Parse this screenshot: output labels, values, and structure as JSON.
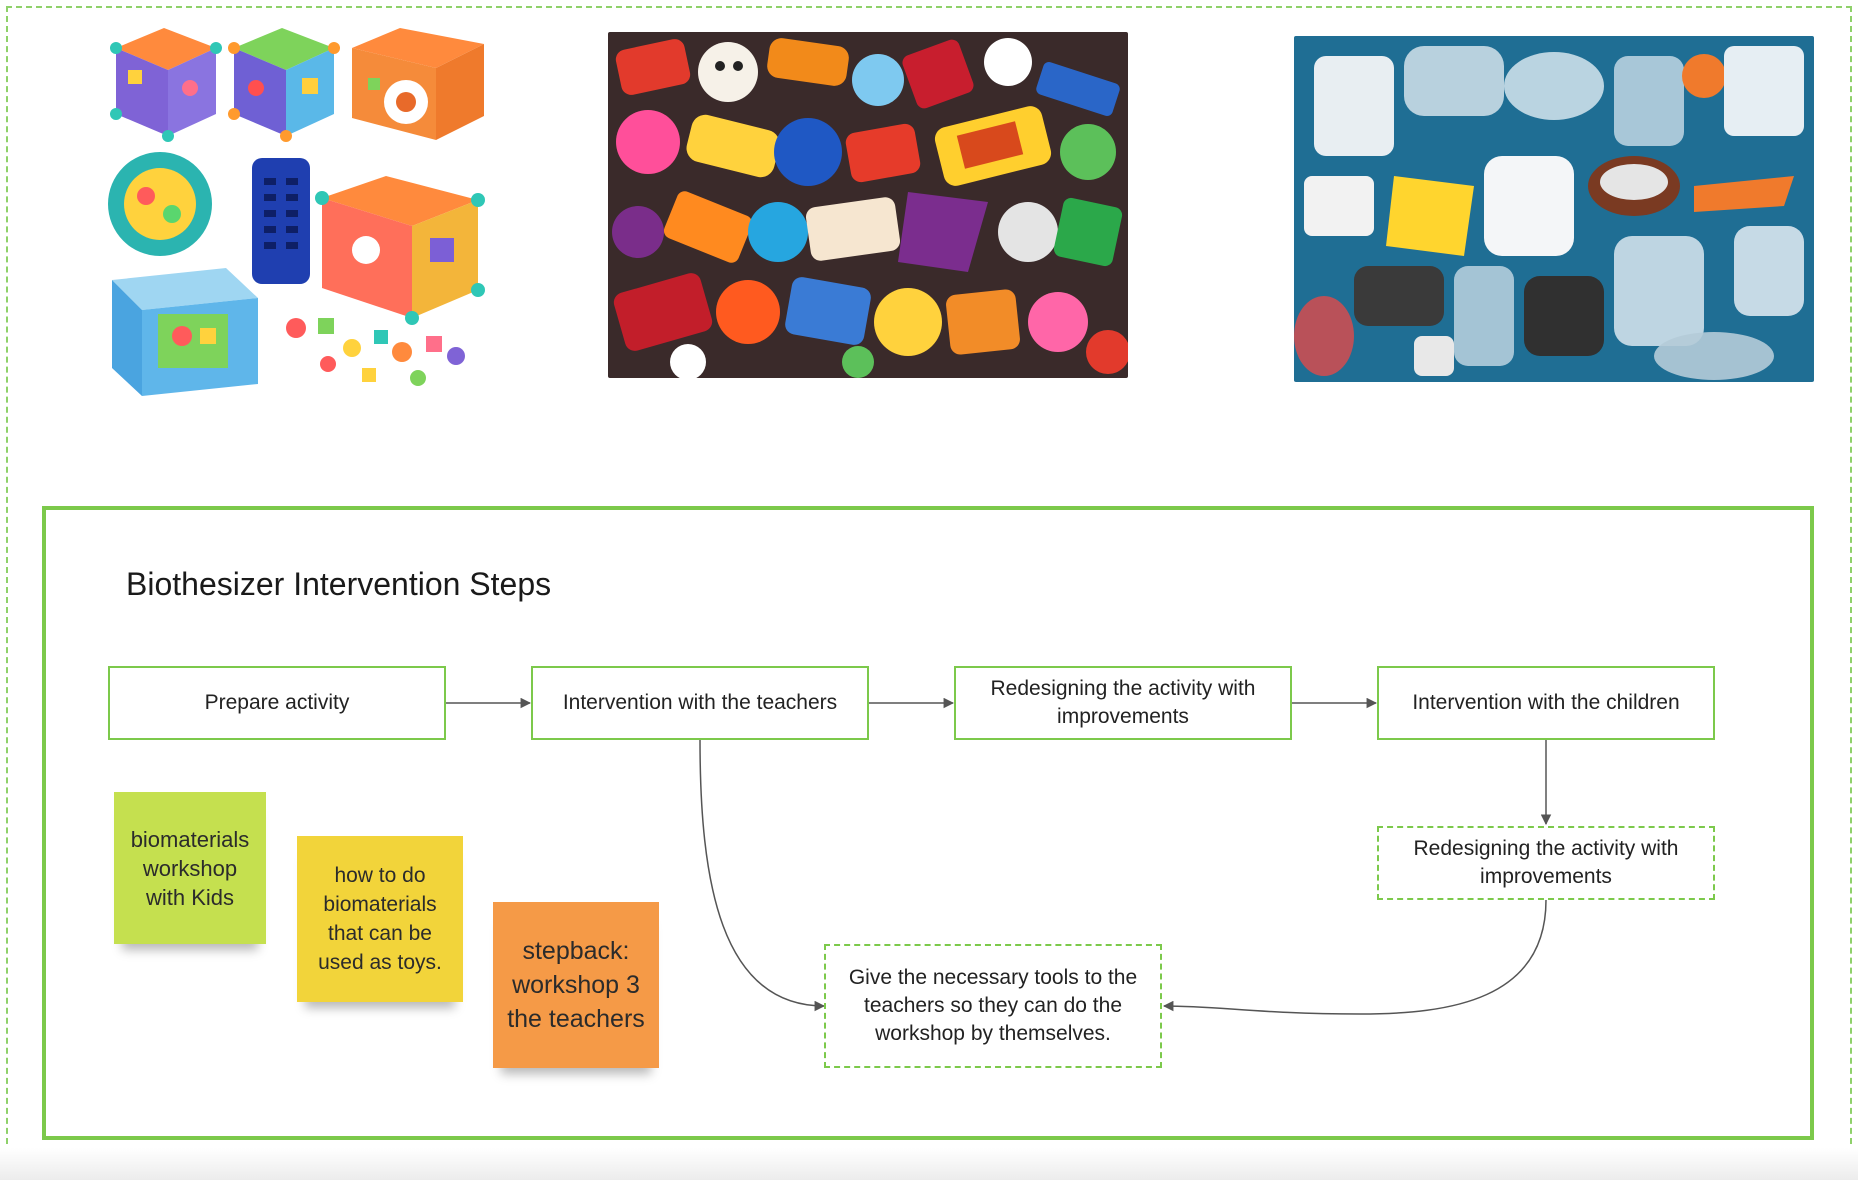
{
  "frame": {
    "title": "Biothesizer Intervention Steps"
  },
  "steps": {
    "prepare": "Prepare activity",
    "teachers": "Intervention with the teachers",
    "redesign_1": "Redesigning the activity with improvements",
    "children": "Intervention with the children",
    "redesign_2": "Redesigning the activity with improvements",
    "tools": "Give the necessary tools to the teachers so they can do the workshop by themselves."
  },
  "notes": [
    {
      "text": "biomaterials workshop with Kids",
      "color": "#c5e04f"
    },
    {
      "text": "how to do biomaterials that can be used as toys.",
      "color": "#f2d43a"
    },
    {
      "text": "stepback: workshop 3 the teachers",
      "color": "#f59a47"
    }
  ],
  "images": [
    {
      "subject": "toy activity cubes"
    },
    {
      "subject": "pile of small plastic toys"
    },
    {
      "subject": "plastic waste in water"
    }
  ],
  "colors": {
    "accent": "#7cc94b",
    "connector": "#555555"
  }
}
